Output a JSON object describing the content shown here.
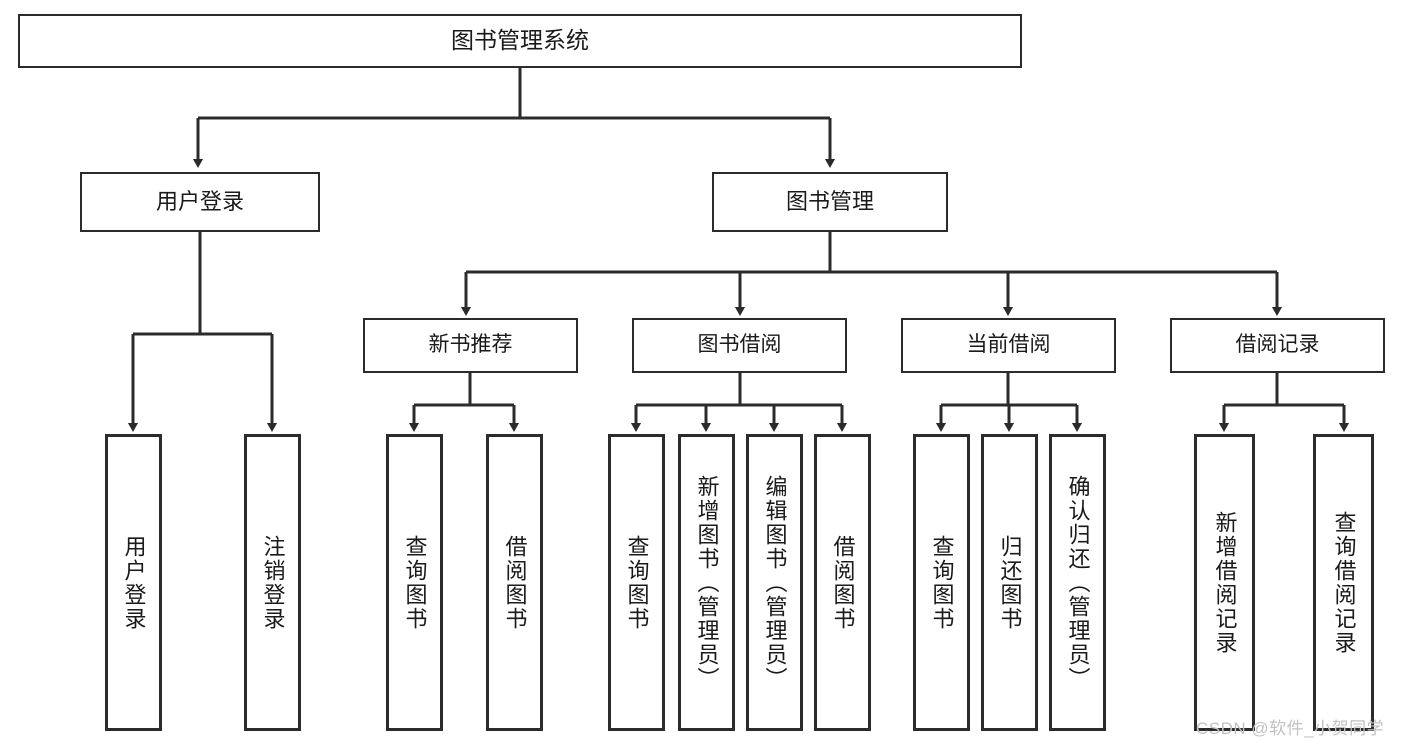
{
  "diagram": {
    "title": "图书管理系统",
    "type": "hierarchy-tree",
    "watermark": "CSDN @软件_小贺同学",
    "colors": {
      "stroke": "#2b2b2b",
      "fill": "#ffffff",
      "text": "#1a1a1a",
      "watermark": "#c2c2c2"
    },
    "nodes": {
      "root": {
        "label": "图书管理系统"
      },
      "level2": [
        {
          "id": "user-login",
          "label": "用户登录"
        },
        {
          "id": "book-manage",
          "label": "图书管理"
        }
      ],
      "level3": [
        {
          "id": "new-book-recommend",
          "label": "新书推荐"
        },
        {
          "id": "book-borrow",
          "label": "图书借阅"
        },
        {
          "id": "current-borrow",
          "label": "当前借阅"
        },
        {
          "id": "borrow-record",
          "label": "借阅记录"
        }
      ],
      "leaves": {
        "user-login": [
          {
            "id": "leaf-user-login",
            "label": "用户登录"
          },
          {
            "id": "leaf-logout",
            "label": "注销登录"
          }
        ],
        "new-book-recommend": [
          {
            "id": "leaf-query-book-1",
            "label": "查询图书"
          },
          {
            "id": "leaf-borrow-book-1",
            "label": "借阅图书"
          }
        ],
        "book-borrow": [
          {
            "id": "leaf-query-book-2",
            "label": "查询图书"
          },
          {
            "id": "leaf-add-book",
            "label": "新增图书（管理员）"
          },
          {
            "id": "leaf-edit-book",
            "label": "编辑图书（管理员）"
          },
          {
            "id": "leaf-borrow-book-2",
            "label": "借阅图书"
          }
        ],
        "current-borrow": [
          {
            "id": "leaf-query-book-3",
            "label": "查询图书"
          },
          {
            "id": "leaf-return-book",
            "label": "归还图书"
          },
          {
            "id": "leaf-confirm-return",
            "label": "确认归还（管理员）"
          }
        ],
        "borrow-record": [
          {
            "id": "leaf-add-record",
            "label": "新增借阅记录"
          },
          {
            "id": "leaf-query-record",
            "label": "查询借阅记录"
          }
        ]
      }
    }
  }
}
